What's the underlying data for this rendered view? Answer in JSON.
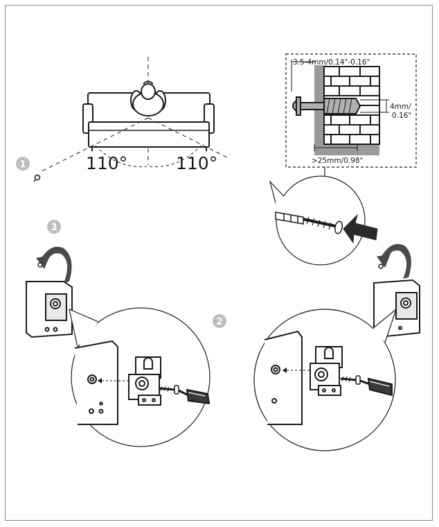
{
  "steps": {
    "one": "1",
    "two": "2",
    "three": "3"
  },
  "angles": {
    "left": "110°",
    "right": "110°"
  },
  "measurements": {
    "screw_diameter": "3.5-4mm/0.14\"-0.16\"",
    "anchor_depth_mm": "4mm/",
    "anchor_depth_in": "0.16\"",
    "embed_depth": ">25mm/0.98\""
  },
  "colors": {
    "line": "#1a1a1a",
    "step_badge": "#bdbdbd",
    "wall": "#9a9a9a",
    "frame": "#8a8a8a"
  }
}
